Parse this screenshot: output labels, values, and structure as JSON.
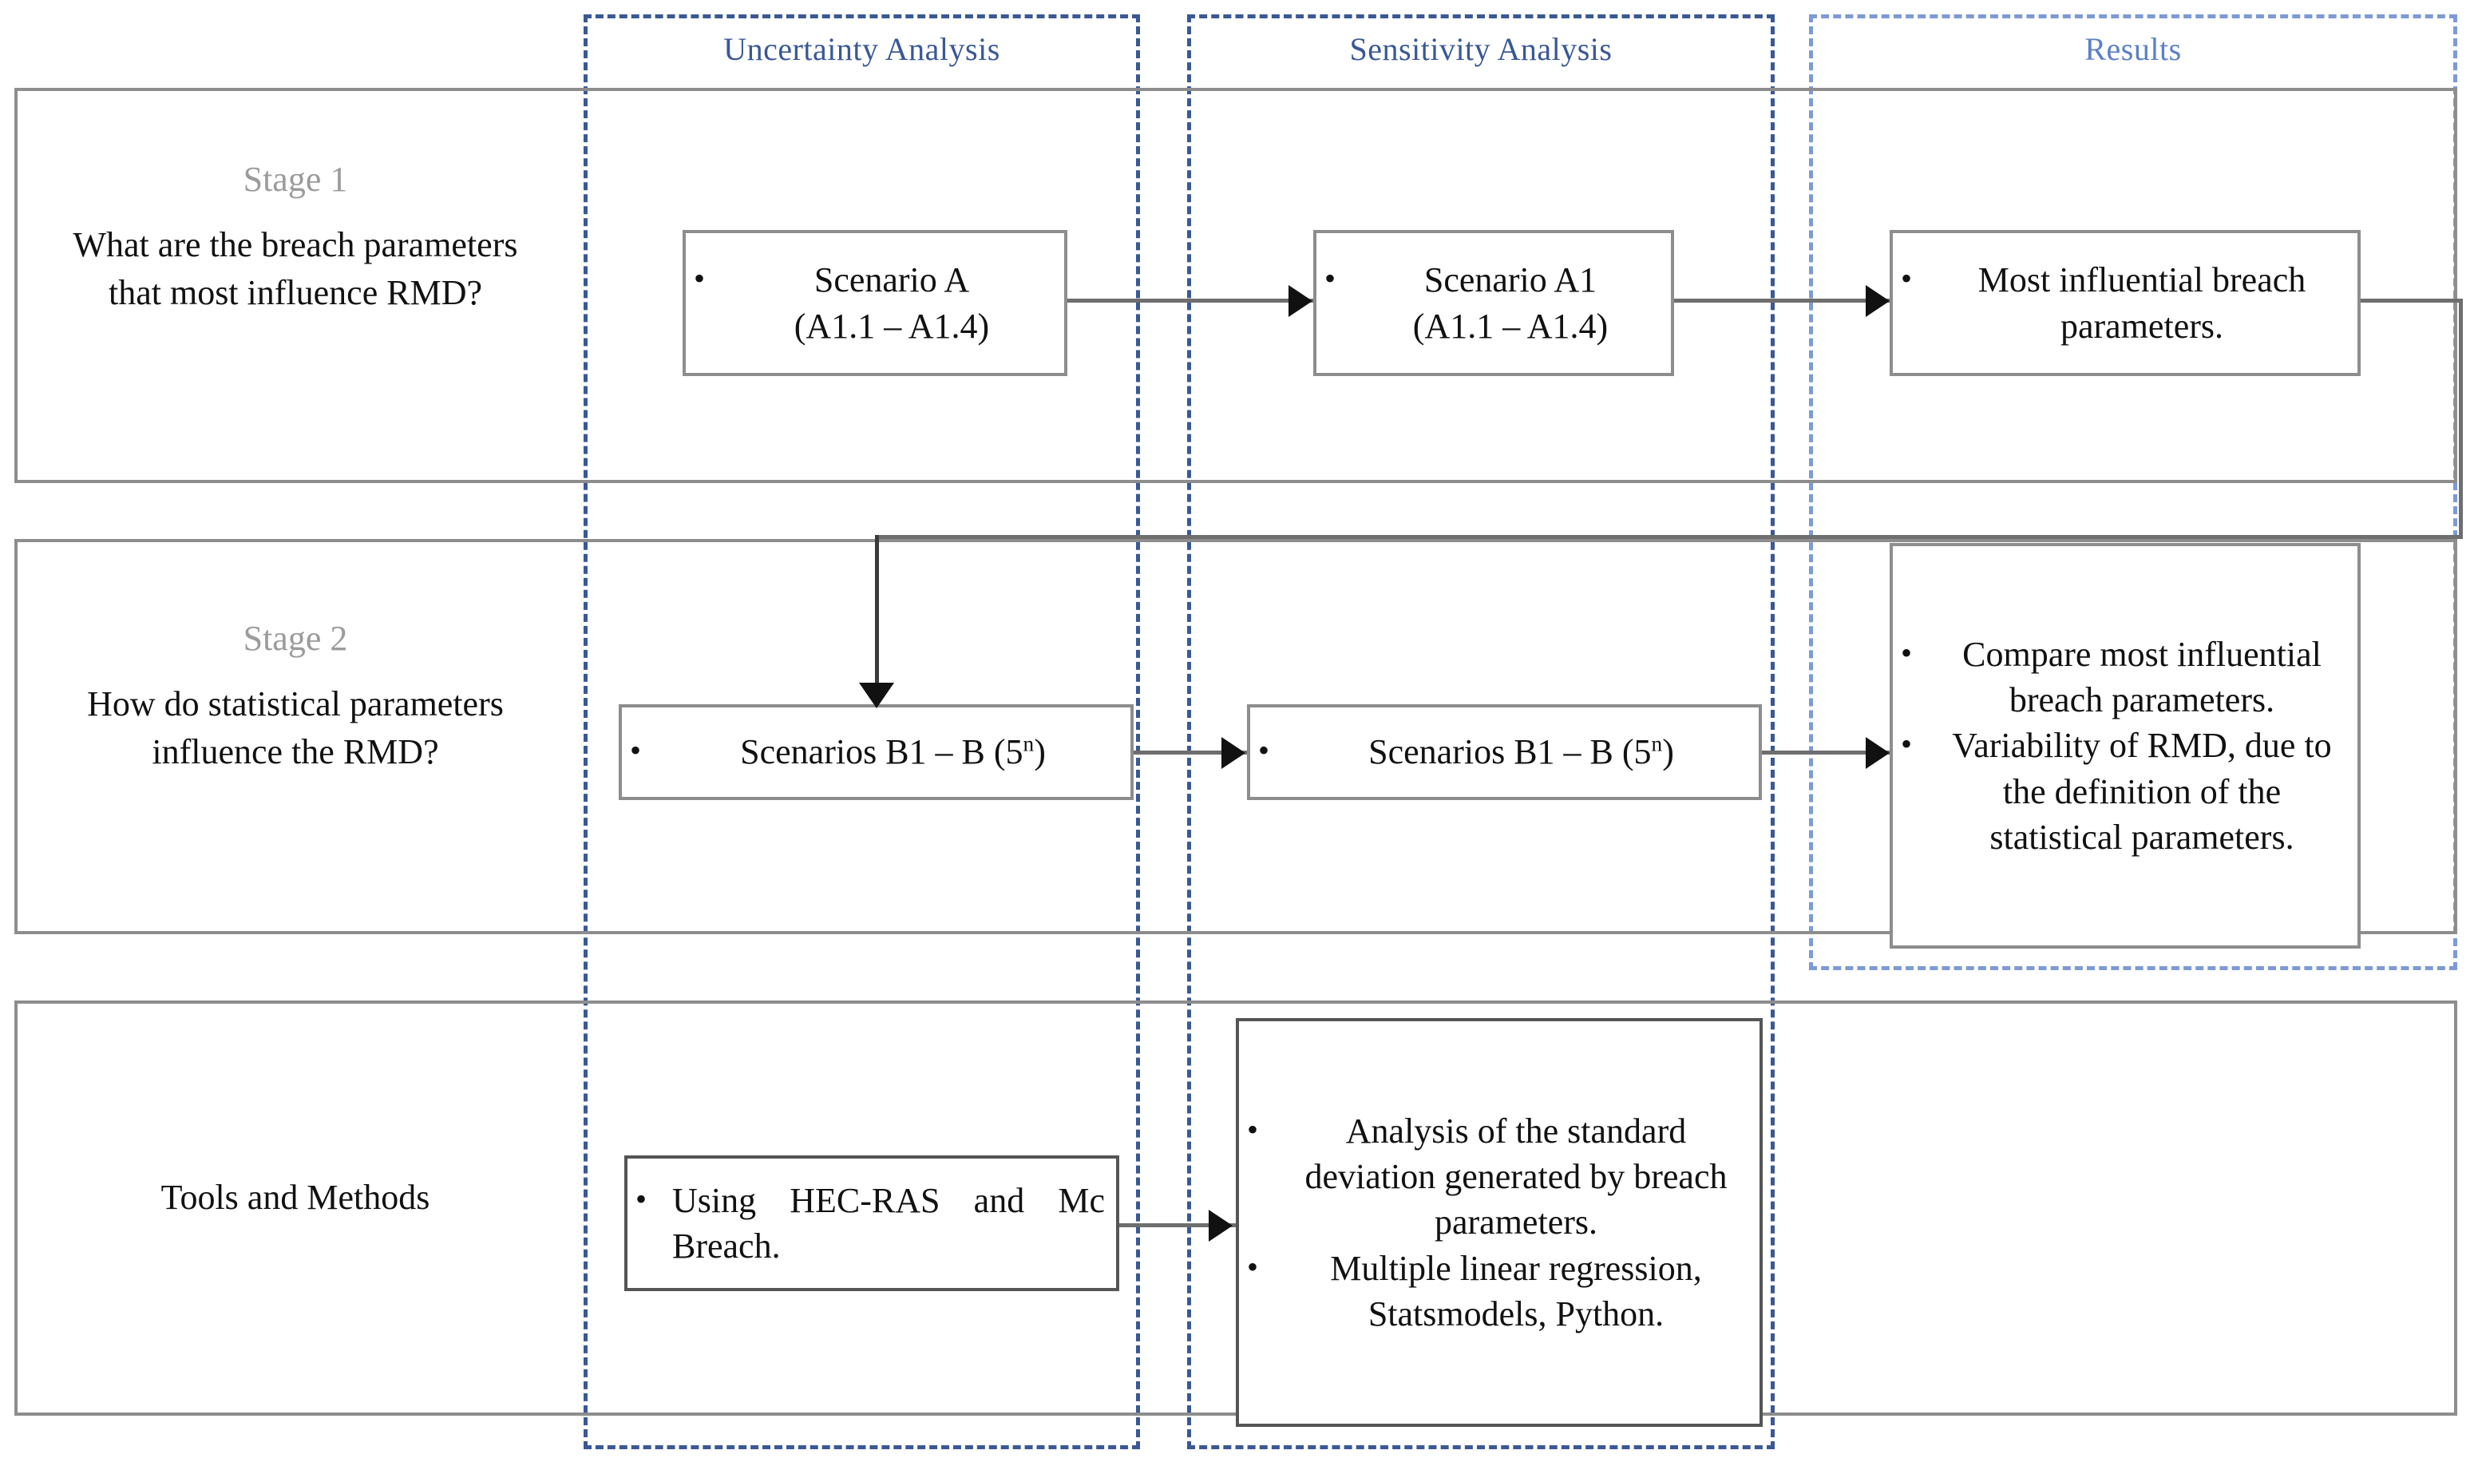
{
  "lanes": [
    {
      "key": "uncertainty",
      "label": "Uncertainty Analysis"
    },
    {
      "key": "sensitivity",
      "label": "Sensitivity Analysis"
    },
    {
      "key": "results",
      "label": "Results"
    }
  ],
  "rows": [
    {
      "key": "stage1",
      "title": "Stage 1",
      "question": "What are the breach parameters that most influence RMD?"
    },
    {
      "key": "stage2",
      "title": "Stage 2",
      "question": "How do statistical parameters influence the RMD?"
    },
    {
      "key": "tools",
      "title": "",
      "question": "Tools and Methods"
    }
  ],
  "nodes": {
    "scenario_a": {
      "line1": "Scenario A",
      "line2": "(A1.1 – A1.4)"
    },
    "scenario_a1": {
      "line1": "Scenario A1",
      "line2": "(A1.1 – A1.4)"
    },
    "stage1_results": {
      "bullet1": "Most influential breach parameters."
    },
    "scenarios_b_uncertainty": {
      "prefix": "Scenarios B1 – B (5",
      "sup": "n",
      "suffix": ")"
    },
    "scenarios_b_sensitivity": {
      "prefix": "Scenarios B1 – B (5",
      "sup": "n",
      "suffix": ")"
    },
    "stage2_results": {
      "bullet1": "Compare most influential breach parameters.",
      "bullet2": "Variability of RMD, due to the definition of the statistical parameters."
    },
    "tools_uncertainty": {
      "bullet1": "Using HEC-RAS and Mc Breach."
    },
    "tools_sensitivity": {
      "bullet1": "Analysis of the standard deviation generated by breach parameters.",
      "bullet2": "Multiple linear regression, Statsmodels, Python."
    }
  },
  "bullet_glyph": "•",
  "colors": {
    "lane_border": "#3a5896",
    "lane_border_light": "#7d9ad6",
    "row_border": "#8d8d8d",
    "node_border": "#8d8d8d",
    "connector": "#6e6e6e",
    "stage_title": "#9b9b9b",
    "text": "#111111"
  }
}
